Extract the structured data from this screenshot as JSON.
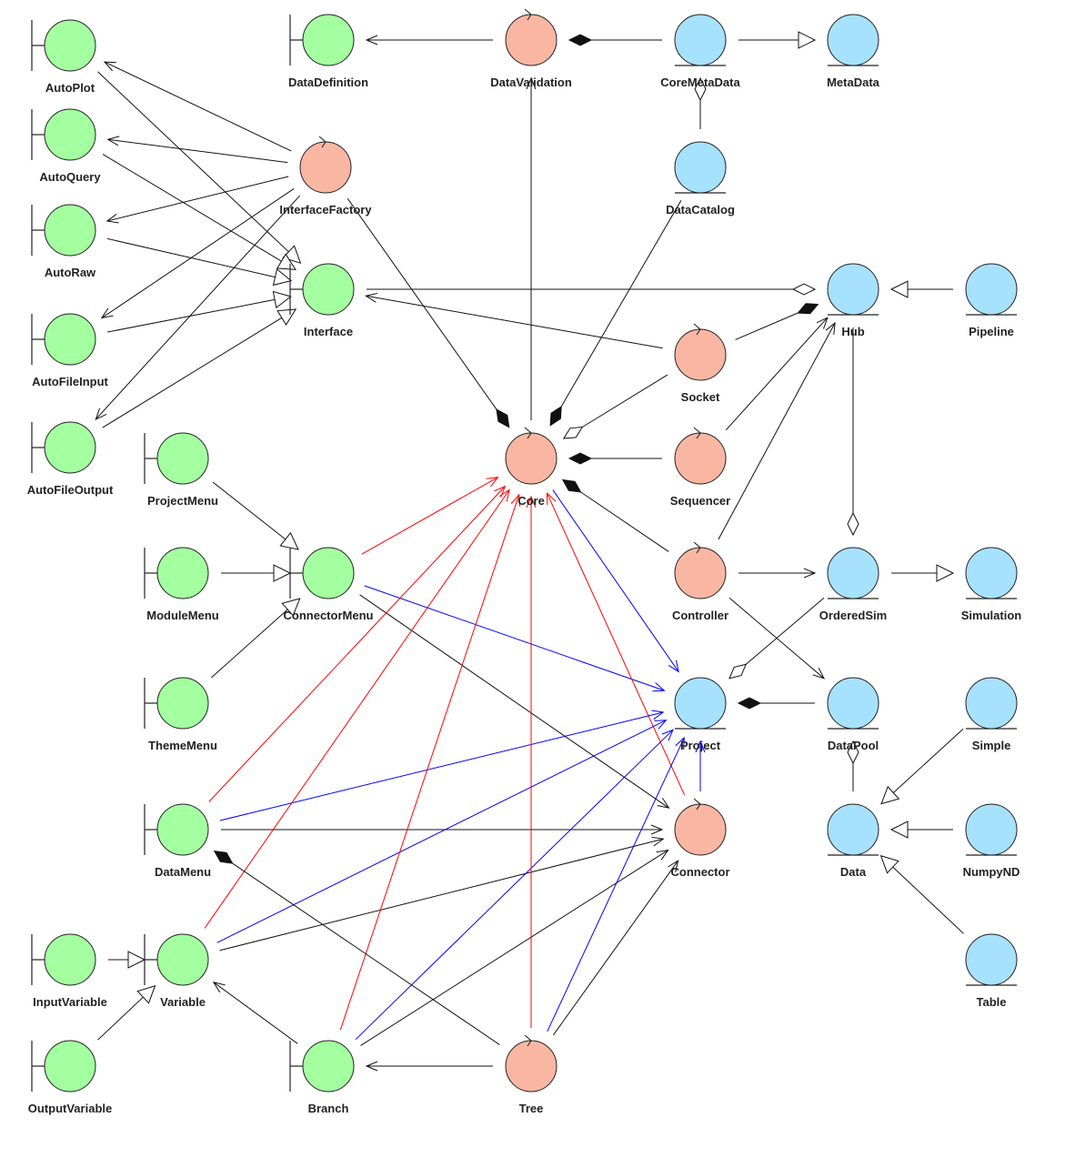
{
  "colors": {
    "boundary": "#a3ff9f",
    "control": "#f9b7a3",
    "entity": "#a6e1fd",
    "stroke": "#222222",
    "red": "#ff0000",
    "blue": "#0000ff",
    "black": "#111111"
  },
  "nodes": [
    {
      "id": "AutoPlot",
      "label": "AutoPlot",
      "kind": "boundary"
    },
    {
      "id": "AutoQuery",
      "label": "AutoQuery",
      "kind": "boundary"
    },
    {
      "id": "AutoRaw",
      "label": "AutoRaw",
      "kind": "boundary"
    },
    {
      "id": "AutoFileInput",
      "label": "AutoFileInput",
      "kind": "boundary"
    },
    {
      "id": "AutoFileOutput",
      "label": "AutoFileOutput",
      "kind": "boundary"
    },
    {
      "id": "DataDefinition",
      "label": "DataDefinition",
      "kind": "boundary"
    },
    {
      "id": "DataValidation",
      "label": "DataValidation",
      "kind": "control"
    },
    {
      "id": "CoreMetaData",
      "label": "CoreMetaData",
      "kind": "entity"
    },
    {
      "id": "MetaData",
      "label": "MetaData",
      "kind": "entity"
    },
    {
      "id": "InterfaceFactory",
      "label": "InterfaceFactory",
      "kind": "control"
    },
    {
      "id": "DataCatalog",
      "label": "DataCatalog",
      "kind": "entity"
    },
    {
      "id": "Interface",
      "label": "Interface",
      "kind": "boundary"
    },
    {
      "id": "Hub",
      "label": "Hub",
      "kind": "entity"
    },
    {
      "id": "Pipeline",
      "label": "Pipeline",
      "kind": "entity"
    },
    {
      "id": "Socket",
      "label": "Socket",
      "kind": "control"
    },
    {
      "id": "Core",
      "label": "Core",
      "kind": "control"
    },
    {
      "id": "Sequencer",
      "label": "Sequencer",
      "kind": "control"
    },
    {
      "id": "ProjectMenu",
      "label": "ProjectMenu",
      "kind": "boundary"
    },
    {
      "id": "ModuleMenu",
      "label": "ModuleMenu",
      "kind": "boundary"
    },
    {
      "id": "ConnectorMenu",
      "label": "ConnectorMenu",
      "kind": "boundary"
    },
    {
      "id": "Controller",
      "label": "Controller",
      "kind": "control"
    },
    {
      "id": "OrderedSim",
      "label": "OrderedSim",
      "kind": "entity"
    },
    {
      "id": "Simulation",
      "label": "Simulation",
      "kind": "entity"
    },
    {
      "id": "ThemeMenu",
      "label": "ThemeMenu",
      "kind": "boundary"
    },
    {
      "id": "Project",
      "label": "Project",
      "kind": "entity"
    },
    {
      "id": "DataPool",
      "label": "DataPool",
      "kind": "entity"
    },
    {
      "id": "Simple",
      "label": "Simple",
      "kind": "entity"
    },
    {
      "id": "DataMenu",
      "label": "DataMenu",
      "kind": "boundary"
    },
    {
      "id": "Connector",
      "label": "Connector",
      "kind": "control"
    },
    {
      "id": "Data",
      "label": "Data",
      "kind": "entity"
    },
    {
      "id": "NumpyND",
      "label": "NumpyND",
      "kind": "entity"
    },
    {
      "id": "InputVariable",
      "label": "InputVariable",
      "kind": "boundary"
    },
    {
      "id": "Variable",
      "label": "Variable",
      "kind": "boundary"
    },
    {
      "id": "Table",
      "label": "Table",
      "kind": "entity"
    },
    {
      "id": "OutputVariable",
      "label": "OutputVariable",
      "kind": "boundary"
    },
    {
      "id": "Branch",
      "label": "Branch",
      "kind": "boundary"
    },
    {
      "id": "Tree",
      "label": "Tree",
      "kind": "control"
    }
  ],
  "edges": [
    {
      "from": "DataValidation",
      "to": "DataDefinition",
      "kind": "open-arrow",
      "color": "black"
    },
    {
      "from": "CoreMetaData",
      "to": "DataValidation",
      "kind": "composition",
      "color": "black"
    },
    {
      "from": "CoreMetaData",
      "to": "MetaData",
      "kind": "inheritance",
      "color": "black"
    },
    {
      "from": "DataCatalog",
      "to": "CoreMetaData",
      "kind": "aggregation",
      "color": "black"
    },
    {
      "from": "Core",
      "to": "DataValidation",
      "kind": "open-arrow",
      "color": "black"
    },
    {
      "from": "InterfaceFactory",
      "to": "AutoPlot",
      "kind": "open-arrow",
      "color": "black"
    },
    {
      "from": "InterfaceFactory",
      "to": "AutoQuery",
      "kind": "open-arrow",
      "color": "black"
    },
    {
      "from": "InterfaceFactory",
      "to": "AutoRaw",
      "kind": "open-arrow",
      "color": "black"
    },
    {
      "from": "InterfaceFactory",
      "to": "AutoFileInput",
      "kind": "open-arrow",
      "color": "black"
    },
    {
      "from": "InterfaceFactory",
      "to": "AutoFileOutput",
      "kind": "open-arrow",
      "color": "black"
    },
    {
      "from": "AutoPlot",
      "to": "Interface",
      "kind": "inheritance",
      "color": "black"
    },
    {
      "from": "AutoQuery",
      "to": "Interface",
      "kind": "inheritance",
      "color": "black"
    },
    {
      "from": "AutoRaw",
      "to": "Interface",
      "kind": "inheritance",
      "color": "black"
    },
    {
      "from": "AutoFileInput",
      "to": "Interface",
      "kind": "inheritance",
      "color": "black"
    },
    {
      "from": "AutoFileOutput",
      "to": "Interface",
      "kind": "inheritance",
      "color": "black"
    },
    {
      "from": "InterfaceFactory",
      "to": "Core",
      "kind": "composition",
      "color": "black"
    },
    {
      "from": "DataCatalog",
      "to": "Core",
      "kind": "composition",
      "color": "black"
    },
    {
      "from": "Interface",
      "to": "Hub",
      "kind": "aggregation",
      "color": "black"
    },
    {
      "from": "Pipeline",
      "to": "Hub",
      "kind": "inheritance",
      "color": "black"
    },
    {
      "from": "Socket",
      "to": "Interface",
      "kind": "open-arrow",
      "color": "black"
    },
    {
      "from": "Socket",
      "to": "Hub",
      "kind": "composition",
      "color": "black"
    },
    {
      "from": "Socket",
      "to": "Core",
      "kind": "aggregation",
      "color": "black"
    },
    {
      "from": "Sequencer",
      "to": "Hub",
      "kind": "open-arrow",
      "color": "black"
    },
    {
      "from": "Sequencer",
      "to": "Core",
      "kind": "composition",
      "color": "black"
    },
    {
      "from": "Controller",
      "to": "Hub",
      "kind": "open-arrow",
      "color": "black"
    },
    {
      "from": "Controller",
      "to": "Core",
      "kind": "composition",
      "color": "black"
    },
    {
      "from": "Hub",
      "to": "OrderedSim",
      "kind": "aggregation",
      "color": "black"
    },
    {
      "from": "Controller",
      "to": "OrderedSim",
      "kind": "open-arrow",
      "color": "black"
    },
    {
      "from": "OrderedSim",
      "to": "Simulation",
      "kind": "inheritance",
      "color": "black"
    },
    {
      "from": "Controller",
      "to": "DataPool",
      "kind": "open-arrow",
      "color": "black"
    },
    {
      "from": "OrderedSim",
      "to": "Project",
      "kind": "aggregation",
      "color": "black"
    },
    {
      "from": "DataPool",
      "to": "Project",
      "kind": "composition",
      "color": "black"
    },
    {
      "from": "Data",
      "to": "DataPool",
      "kind": "aggregation",
      "color": "black"
    },
    {
      "from": "Simple",
      "to": "Data",
      "kind": "inheritance",
      "color": "black"
    },
    {
      "from": "NumpyND",
      "to": "Data",
      "kind": "inheritance",
      "color": "black"
    },
    {
      "from": "Table",
      "to": "Data",
      "kind": "inheritance",
      "color": "black"
    },
    {
      "from": "ProjectMenu",
      "to": "ConnectorMenu",
      "kind": "inheritance",
      "color": "black"
    },
    {
      "from": "ModuleMenu",
      "to": "ConnectorMenu",
      "kind": "inheritance",
      "color": "black"
    },
    {
      "from": "ThemeMenu",
      "to": "ConnectorMenu",
      "kind": "inheritance",
      "color": "black"
    },
    {
      "from": "ConnectorMenu",
      "to": "Core",
      "kind": "open-arrow",
      "color": "red"
    },
    {
      "from": "ConnectorMenu",
      "to": "Project",
      "kind": "open-arrow",
      "color": "blue"
    },
    {
      "from": "ConnectorMenu",
      "to": "Connector",
      "kind": "open-arrow",
      "color": "black"
    },
    {
      "from": "Core",
      "to": "Project",
      "kind": "open-arrow",
      "color": "blue"
    },
    {
      "from": "Connector",
      "to": "Project",
      "kind": "open-arrow",
      "color": "blue"
    },
    {
      "from": "Connector",
      "to": "Core",
      "kind": "open-arrow",
      "color": "red"
    },
    {
      "from": "DataMenu",
      "to": "Core",
      "kind": "open-arrow",
      "color": "red"
    },
    {
      "from": "DataMenu",
      "to": "Project",
      "kind": "open-arrow",
      "color": "blue"
    },
    {
      "from": "DataMenu",
      "to": "Connector",
      "kind": "open-arrow",
      "color": "black"
    },
    {
      "from": "Variable",
      "to": "Core",
      "kind": "open-arrow",
      "color": "red"
    },
    {
      "from": "Variable",
      "to": "Project",
      "kind": "open-arrow",
      "color": "blue"
    },
    {
      "from": "Variable",
      "to": "Connector",
      "kind": "open-arrow",
      "color": "black"
    },
    {
      "from": "InputVariable",
      "to": "Variable",
      "kind": "inheritance",
      "color": "black"
    },
    {
      "from": "OutputVariable",
      "to": "Variable",
      "kind": "inheritance",
      "color": "black"
    },
    {
      "from": "Branch",
      "to": "Variable",
      "kind": "open-arrow",
      "color": "black"
    },
    {
      "from": "Branch",
      "to": "Core",
      "kind": "open-arrow",
      "color": "red"
    },
    {
      "from": "Branch",
      "to": "Project",
      "kind": "open-arrow",
      "color": "blue"
    },
    {
      "from": "Branch",
      "to": "Connector",
      "kind": "open-arrow",
      "color": "black"
    },
    {
      "from": "Tree",
      "to": "Branch",
      "kind": "open-arrow",
      "color": "black"
    },
    {
      "from": "Tree",
      "to": "DataMenu",
      "kind": "composition",
      "color": "black"
    },
    {
      "from": "Tree",
      "to": "Core",
      "kind": "open-arrow",
      "color": "red"
    },
    {
      "from": "Tree",
      "to": "Project",
      "kind": "open-arrow",
      "color": "blue"
    },
    {
      "from": "Tree",
      "to": "Connector",
      "kind": "open-arrow",
      "color": "black"
    }
  ]
}
